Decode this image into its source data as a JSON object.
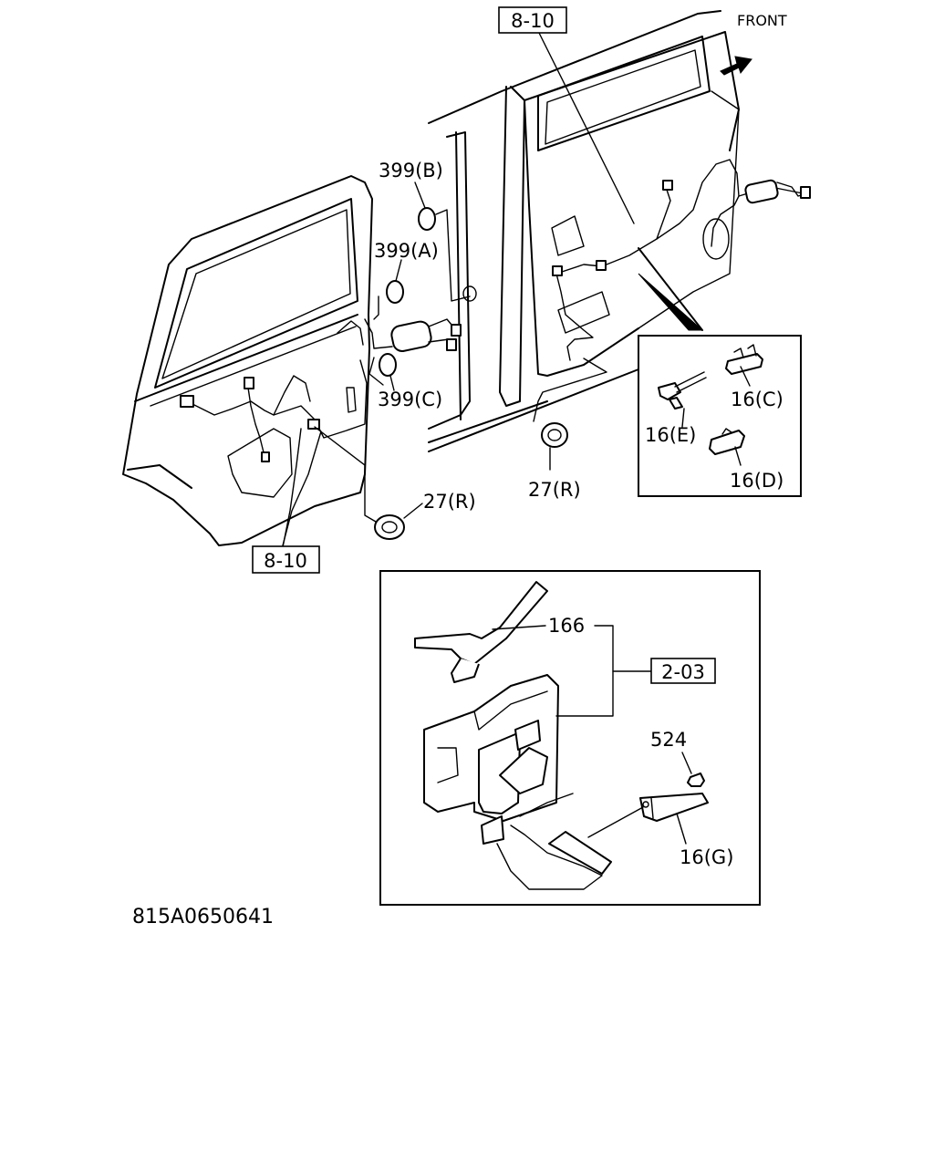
{
  "direction": {
    "label": "FRONT"
  },
  "callouts": {
    "ref_8_10_top": "8-10",
    "ref_8_10_bottom": "8-10",
    "grommet_399b": "399(B)",
    "grommet_399a": "399(A)",
    "grommet_399c": "399(C)",
    "grommet_27r_left": "27(R)",
    "grommet_27r_right": "27(R)",
    "clip_16c": "16(C)",
    "clip_16e": "16(E)",
    "clip_16d": "16(D)",
    "bracket_166": "166",
    "ref_2_03": "2-03",
    "nut_524": "524",
    "clip_16g": "16(G)"
  },
  "figure_code": "815A0650641"
}
